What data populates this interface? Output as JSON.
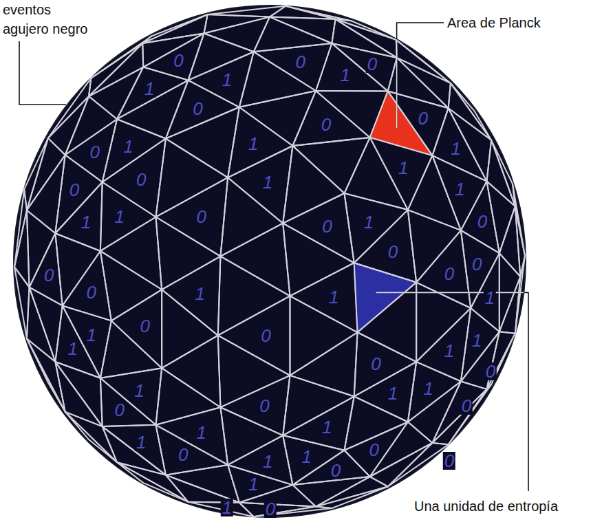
{
  "diagram": {
    "labels": [
      "eventos agujero negro",
      "Area de Planck",
      "Una unidad de entropía",
      "0",
      "0",
      "1",
      "1",
      "0",
      "1",
      "0",
      "0",
      "0",
      "1",
      "0",
      "1",
      "1",
      "0",
      "1",
      "1",
      "1",
      "0",
      "1",
      "0",
      "0",
      "1",
      "0",
      "0",
      "1",
      "0",
      "0",
      "0",
      "1",
      "0",
      "1",
      "1",
      "1",
      "1",
      "0",
      "1",
      "0",
      "1",
      "0",
      "0",
      "1",
      "1",
      "0",
      "0",
      "0",
      "1",
      "1",
      "1",
      "1",
      "0",
      "0",
      "0",
      "1",
      "1",
      "0",
      "1",
      "0",
      "1"
    ]
  }
}
